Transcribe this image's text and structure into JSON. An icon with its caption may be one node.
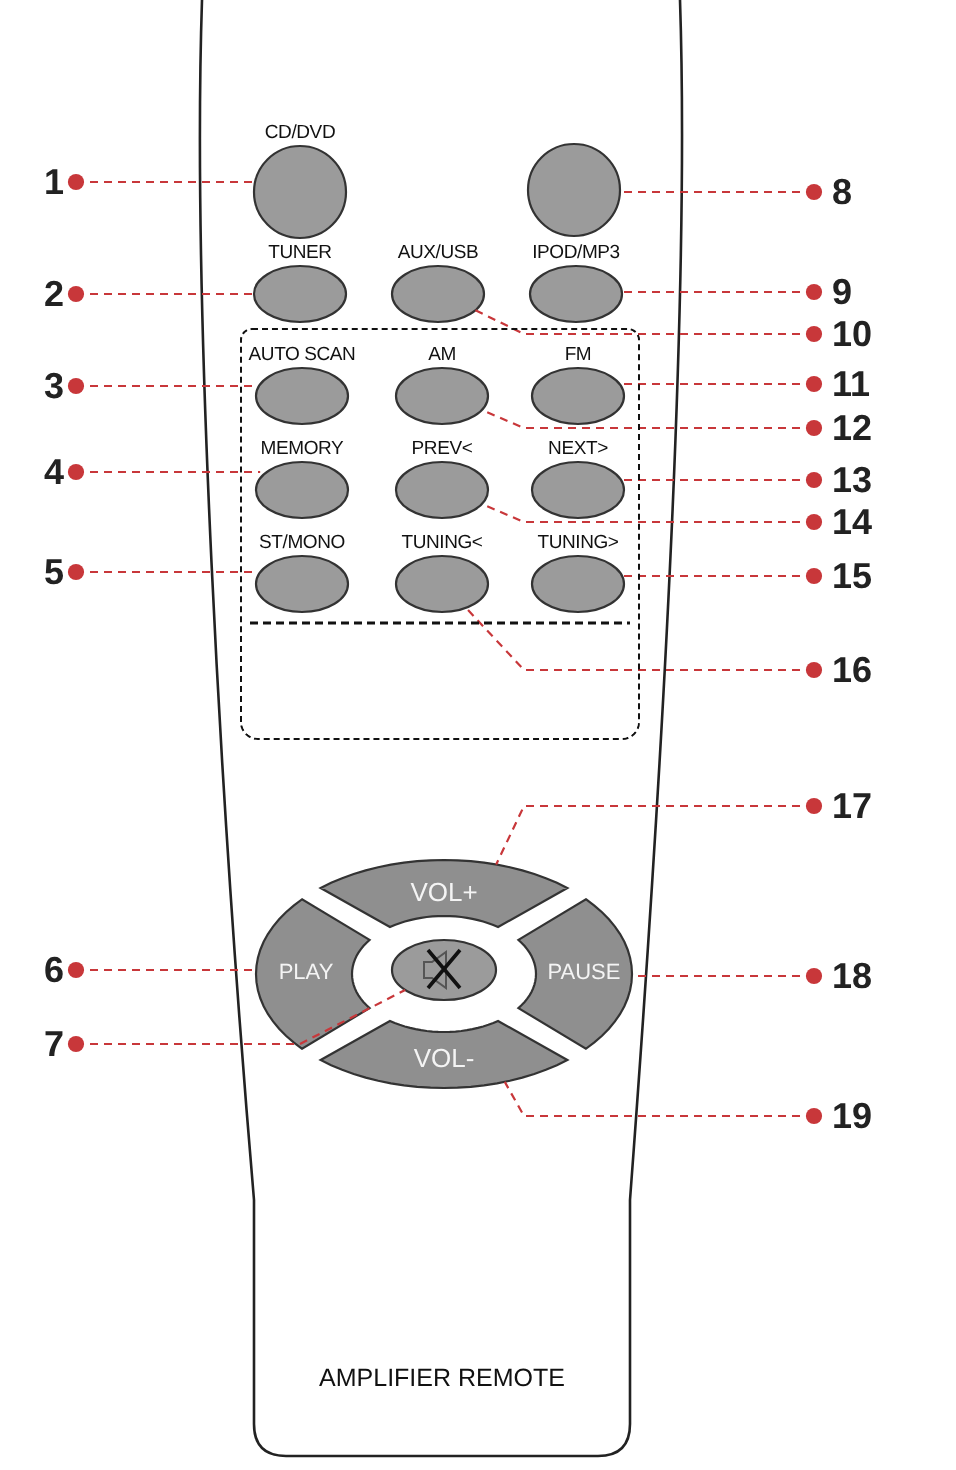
{
  "diagram": {
    "nodes": [
      {
        "text": [
          "AMPLIFIER REMOTE"
        ]
      },
      {
        "text": [
          "CD/DVD"
        ],
        "in": 0
      },
      {
        "text": [],
        "shape": "circle",
        "in": 0
      },
      {
        "text": [
          "TUNER"
        ],
        "in": 0
      },
      {
        "text": [
          "AUX/USB"
        ],
        "in": 0
      },
      {
        "text": [
          "IPOD/MP3"
        ],
        "in": 0
      },
      {
        "text": [],
        "shape": "box",
        "in": 0
      },
      {
        "text": [
          "AUTO SCAN"
        ],
        "in": 6
      },
      {
        "text": [
          "AM"
        ],
        "in": 6
      },
      {
        "text": [
          "FM"
        ],
        "in": 6
      },
      {
        "text": [
          "MEMORY"
        ],
        "in": 6
      },
      {
        "text": [
          "PREV<"
        ],
        "in": 6
      },
      {
        "text": [
          "NEXT>"
        ],
        "in": 6
      },
      {
        "text": [
          "ST/MONO"
        ],
        "in": 6
      },
      {
        "text": [
          "TUNING<"
        ],
        "in": 6
      },
      {
        "text": [
          "TUNING>"
        ],
        "in": 6
      },
      {
        "text": [
          "VOL+"
        ],
        "in": 0
      },
      {
        "text": [
          "PLAY"
        ],
        "in": 0
      },
      {
        "text": [],
        "shape": "circle",
        "in": 0
      },
      {
        "text": [
          "PAUSE"
        ],
        "in": 0
      },
      {
        "text": [
          "VOL-"
        ],
        "in": 0
      },
      {
        "text": [
          "1"
        ]
      },
      {
        "text": [
          "2"
        ]
      },
      {
        "text": [
          "3"
        ]
      },
      {
        "text": [
          "4"
        ]
      },
      {
        "text": [
          "5"
        ]
      },
      {
        "text": [
          "6"
        ]
      },
      {
        "text": [
          "7"
        ]
      },
      {
        "text": [
          "8"
        ]
      },
      {
        "text": [
          "9"
        ]
      },
      {
        "text": [
          "10"
        ]
      },
      {
        "text": [
          "11"
        ]
      },
      {
        "text": [
          "12"
        ]
      },
      {
        "text": [
          "13"
        ]
      },
      {
        "text": [
          "14"
        ]
      },
      {
        "text": [
          "15"
        ]
      },
      {
        "text": [
          "16"
        ]
      },
      {
        "text": [
          "17"
        ]
      },
      {
        "text": [
          "18"
        ]
      },
      {
        "text": [
          "19"
        ]
      }
    ],
    "edges": [
      {
        "from": 21,
        "to": 1,
        "arrow": "other",
        "style": "dashed"
      },
      {
        "from": 22,
        "to": 3,
        "arrow": "other",
        "style": "dashed"
      },
      {
        "from": 23,
        "to": 7,
        "arrow": "other",
        "style": "dashed"
      },
      {
        "from": 24,
        "to": 10,
        "arrow": "other",
        "style": "dashed"
      },
      {
        "from": 25,
        "to": 13,
        "arrow": "other",
        "style": "dashed"
      },
      {
        "from": 26,
        "to": 17,
        "arrow": "other",
        "style": "dashed"
      },
      {
        "from": 27,
        "to": 18,
        "arrow": "other",
        "style": "dashed"
      },
      {
        "from": 28,
        "to": 2,
        "arrow": "other",
        "style": "dashed"
      },
      {
        "from": 29,
        "to": 5,
        "arrow": "other",
        "style": "dashed"
      },
      {
        "from": 30,
        "to": 4,
        "arrow": "other",
        "style": "dashed"
      },
      {
        "from": 31,
        "to": 9,
        "arrow": "other",
        "style": "dashed"
      },
      {
        "from": 32,
        "to": 8,
        "arrow": "other",
        "style": "dashed"
      },
      {
        "from": 33,
        "to": 12,
        "arrow": "other",
        "style": "dashed"
      },
      {
        "from": 34,
        "to": 11,
        "arrow": "other",
        "style": "dashed"
      },
      {
        "from": 35,
        "to": 15,
        "arrow": "other",
        "style": "dashed"
      },
      {
        "from": 36,
        "to": 14,
        "arrow": "other",
        "style": "dashed"
      },
      {
        "from": 37,
        "to": 16,
        "arrow": "other",
        "style": "dashed"
      },
      {
        "from": 38,
        "to": 19,
        "arrow": "other",
        "style": "dashed"
      },
      {
        "from": 39,
        "to": 20,
        "arrow": "other",
        "style": "dashed"
      }
    ]
  }
}
